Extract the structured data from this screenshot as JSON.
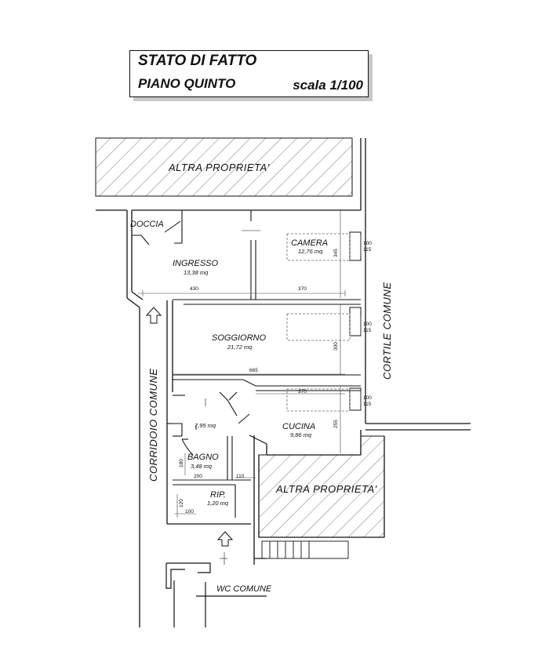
{
  "title": {
    "line1": "STATO DI FATTO",
    "line2": "PIANO QUINTO",
    "scale": "scala 1/100"
  },
  "labels": {
    "altra_top": "ALTRA PROPRIETA'",
    "altra_bottom": "ALTRA PROPRIETA'",
    "cortile": "CORTILE COMUNE",
    "corridoio": "CORRIDOIO COMUNE",
    "wc": "WC COMUNE"
  },
  "rooms": {
    "doccia": {
      "name": "DOCCIA"
    },
    "ingresso": {
      "name": "INGRESSO",
      "area": "13,38 mq"
    },
    "camera": {
      "name": "CAMERA",
      "area": "12,76 mq"
    },
    "soggiorno": {
      "name": "SOGGIORNO",
      "area": "21,72 mq"
    },
    "disimpegno": {
      "area": "7,95 mq"
    },
    "cucina": {
      "name": "CUCINA",
      "area": "9,86 mq"
    },
    "bagno": {
      "name": "BAGNO",
      "area": "3,48 mq"
    },
    "rip": {
      "name": "RIP.",
      "area": "1,20 mq"
    }
  },
  "dimensions": {
    "d430": "430",
    "d370_top": "370",
    "d345": "345",
    "d100_a": "100",
    "d115_a": "115",
    "d100_b": "100",
    "d115_b": "115",
    "d300": "300",
    "d665": "665",
    "d370_mid": "370",
    "d100_c": "100",
    "d115_c": "115",
    "d255": "255",
    "d180": "180",
    "d200": "200",
    "d110": "110",
    "d120": "120",
    "d100_rip": "100"
  }
}
